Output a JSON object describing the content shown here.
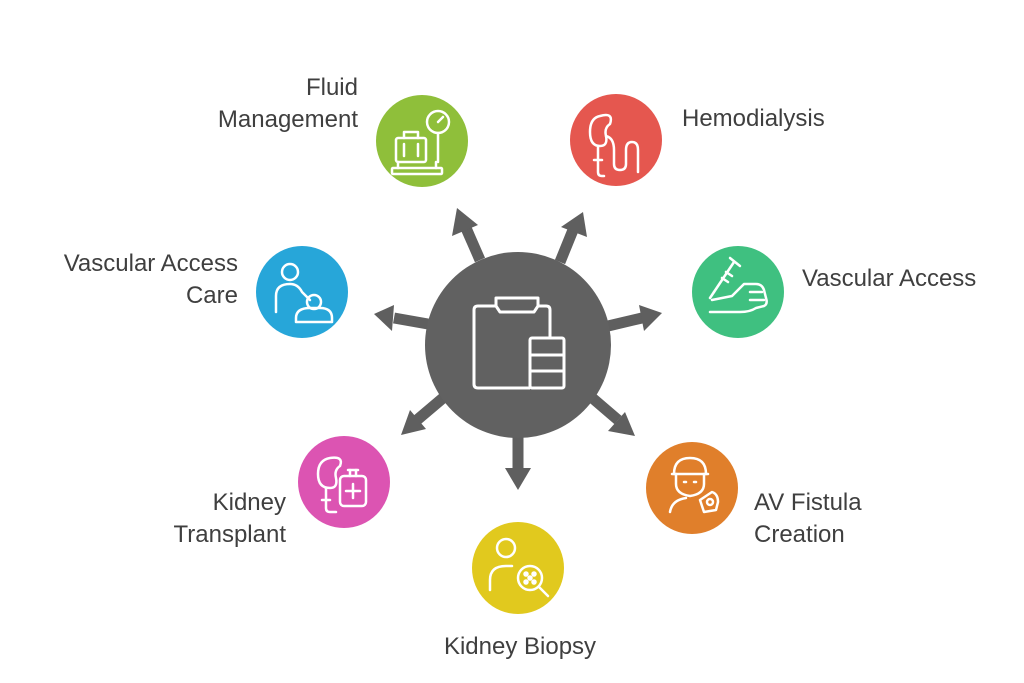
{
  "diagram": {
    "hub": {
      "icon": "clipboard-icon",
      "color": "#616161"
    },
    "nodes": [
      {
        "id": "fluid-management",
        "label": "Fluid\nManagement",
        "icon": "luggage-scale-icon",
        "color": "#8fbf3a"
      },
      {
        "id": "hemodialysis",
        "label": "Hemodialysis",
        "icon": "kidney-tube-icon",
        "color": "#e5574f"
      },
      {
        "id": "vascular-access",
        "label": "Vascular Access",
        "icon": "arm-syringe-icon",
        "color": "#3fc080"
      },
      {
        "id": "av-fistula-creation",
        "label": "AV Fistula\nCreation",
        "icon": "surgeon-icon",
        "color": "#e07f2b"
      },
      {
        "id": "kidney-biopsy",
        "label": "Kidney Biopsy",
        "icon": "person-magnifier-icon",
        "color": "#e1c91e"
      },
      {
        "id": "kidney-transplant",
        "label": "Kidney\nTransplant",
        "icon": "kidney-medical-bag-icon",
        "color": "#dc54b2"
      },
      {
        "id": "vascular-access-care",
        "label": "Vascular Access\nCare",
        "icon": "caregiver-patient-icon",
        "color": "#27a6d9"
      }
    ],
    "arrow_color": "#5f5f5f",
    "label_color": "#3f3f3f"
  }
}
